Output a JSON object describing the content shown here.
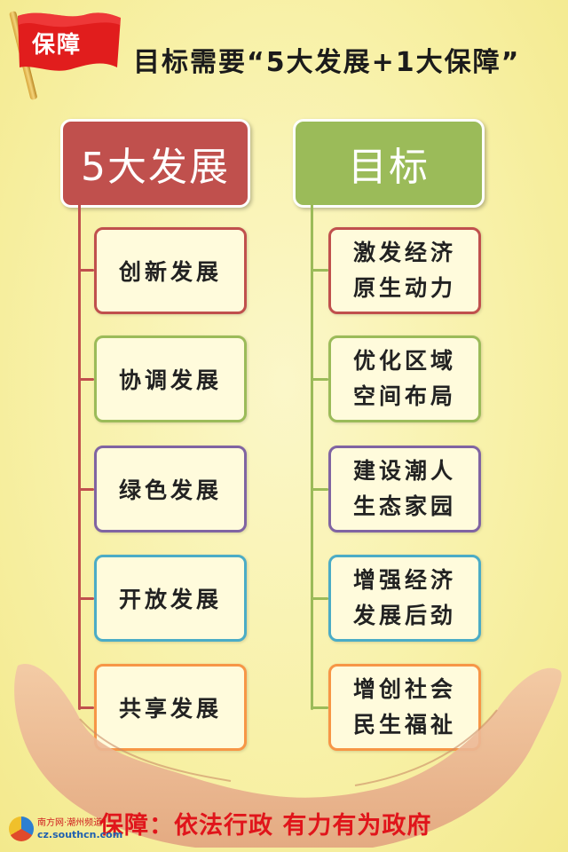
{
  "flag": {
    "label": "保障",
    "color": "#e11d1d"
  },
  "title": "目标需要“5大发展+1大保障”",
  "left_column": {
    "header": "5大发展",
    "color": "#c0504d",
    "items": [
      "创新发展",
      "协调发展",
      "绿色发展",
      "开放发展",
      "共享发展"
    ]
  },
  "right_column": {
    "header": "目标",
    "color": "#9bbb59",
    "items": [
      {
        "line1": "激发经济",
        "line2": "原生动力"
      },
      {
        "line1": "优化区域",
        "line2": "空间布局"
      },
      {
        "line1": "建设潮人",
        "line2": "生态家园"
      },
      {
        "line1": "增强经济",
        "line2": "发展后劲"
      },
      {
        "line1": "增创社会",
        "line2": "民生福祉"
      }
    ]
  },
  "item_border_colors": [
    "#c0504d",
    "#9bbb59",
    "#8064a2",
    "#4bacc6",
    "#f79646"
  ],
  "bottom_slogan": "保障：依法行政 有力有为政府",
  "logo": {
    "name": "南方网·潮州频道",
    "url": "cz.southcn.com"
  }
}
